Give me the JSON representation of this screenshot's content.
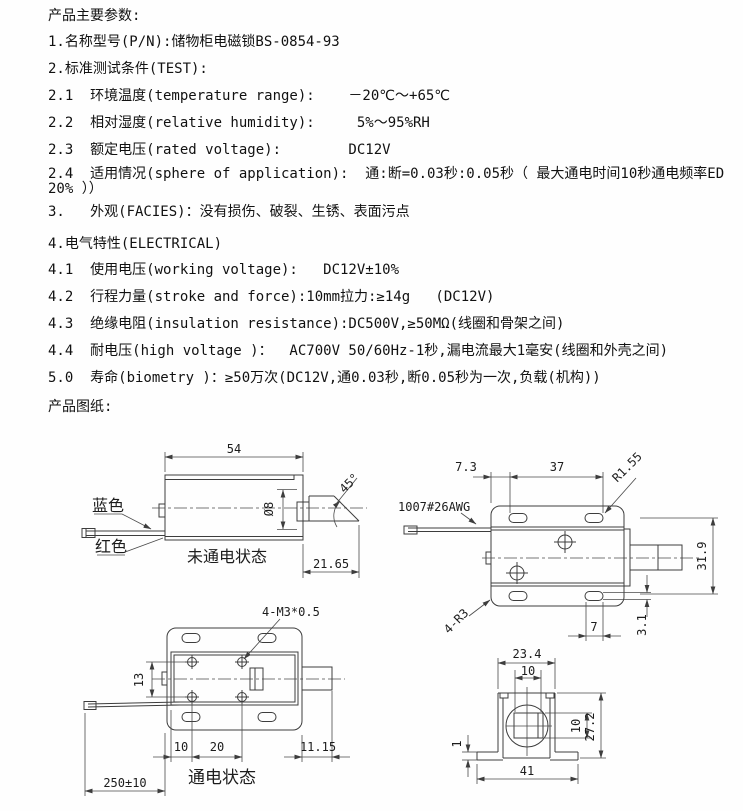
{
  "colors": {
    "background": "#fefefe",
    "line": "#3d3d3d",
    "text": "#111111"
  },
  "spec": {
    "lines": [
      "产品主要参数:",
      "1.名称型号(P/N):储物柜电磁锁BS-0854-93",
      "2.标准测试条件(TEST):",
      "2.1  环境温度(temperature range):    －20℃～+65℃",
      "2.2  相对湿度(relative humidity):     5%～95%RH",
      "2.3  额定电压(rated voltage):        DC12V",
      "2.4  适用情况(sphere of application):  通:断=0.03秒:0.05秒（ 最大通电时间10秒通电频率ED",
      "20% ））",
      "3.   外观(FACIES)：没有损伤、破裂、生锈、表面污点",
      "4.电气特性(ELECTRICAL)",
      "4.1  使用电压(working voltage):   DC12V±10%",
      "4.2  行程力量(stroke and force):10mm拉力:≥14g   (DC12V)",
      "4.3  绝缘电阻(insulation resistance):DC500V,≥50MΩ(线圈和骨架之间)",
      "4.4  耐电压(high voltage )：  AC700V 50/60Hz-1秒,漏电流最大1毫安(线圈和外壳之间)",
      "5.0  寿命(biometry )：≥50万次(DC12V,通0.03秒,断0.05秒为一次,负载(机构))",
      "产品图纸:"
    ]
  },
  "drawings": {
    "side_view": {
      "caption": "未通电状态",
      "length": "54",
      "diameter": "Ø8",
      "angle": "45°",
      "stroke_len": "21.65",
      "wire_blue": "蓝色",
      "wire_red": "红色"
    },
    "top_view": {
      "wire_gauge": "1007#26AWG",
      "edge_to_slot": "7.3",
      "slot_spacing": "37",
      "slot_radius": "R1.55",
      "body_height": "31.9",
      "corner_radius": "4-R3",
      "slot_width": "7",
      "slot_offset": "3.1"
    },
    "energized_view": {
      "caption": "通电状态",
      "thread": "4-M3*0.5",
      "screw_span": "13",
      "offset_10": "10",
      "screw_spacing_20": "20",
      "protrusion": "11.15",
      "wire_length": "250±10"
    },
    "end_view": {
      "width": "23.4",
      "inner_width": "10",
      "height": "27.2",
      "inner_height": "10",
      "foot_thickness": "1",
      "base_width": "41"
    }
  }
}
